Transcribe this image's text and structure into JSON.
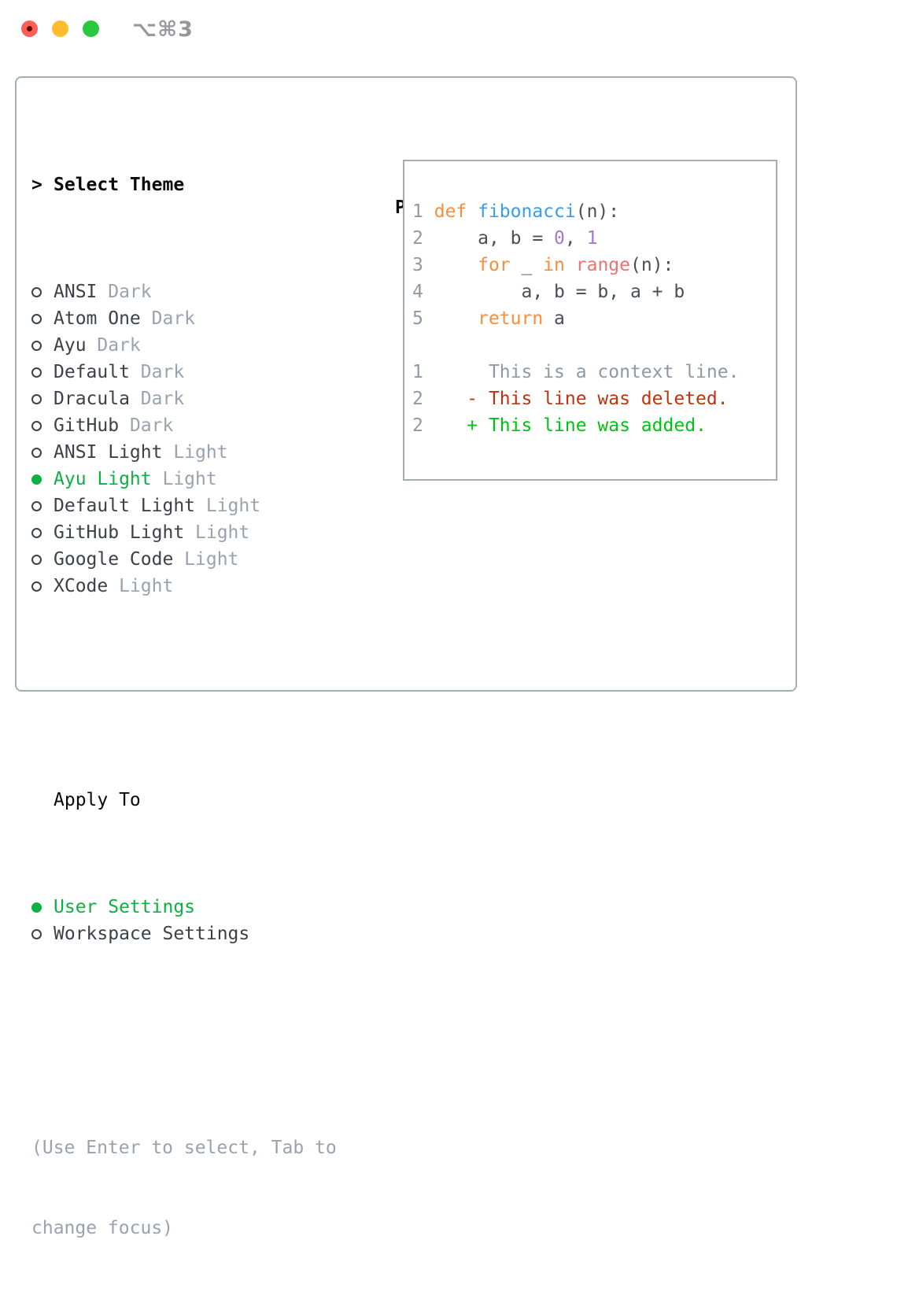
{
  "window": {
    "title": "⌥⌘3",
    "traffic_lights": [
      "close",
      "minimize",
      "zoom"
    ]
  },
  "theme_panel": {
    "header_prefix": ">",
    "header": "Select Theme",
    "items": [
      {
        "label": "ANSI",
        "variant": "Dark",
        "selected": false
      },
      {
        "label": "Atom One",
        "variant": "Dark",
        "selected": false
      },
      {
        "label": "Ayu",
        "variant": "Dark",
        "selected": false
      },
      {
        "label": "Default",
        "variant": "Dark",
        "selected": false
      },
      {
        "label": "Dracula",
        "variant": "Dark",
        "selected": false
      },
      {
        "label": "GitHub",
        "variant": "Dark",
        "selected": false
      },
      {
        "label": "ANSI Light",
        "variant": "Light",
        "selected": false
      },
      {
        "label": "Ayu Light",
        "variant": "Light",
        "selected": true
      },
      {
        "label": "Default Light",
        "variant": "Light",
        "selected": false
      },
      {
        "label": "GitHub Light",
        "variant": "Light",
        "selected": false
      },
      {
        "label": "Google Code",
        "variant": "Light",
        "selected": false
      },
      {
        "label": "XCode",
        "variant": "Light",
        "selected": false
      }
    ],
    "apply_to": {
      "header": "Apply To",
      "options": [
        {
          "label": "User Settings",
          "selected": true
        },
        {
          "label": "Workspace Settings",
          "selected": false
        }
      ]
    },
    "hint_line1": "(Use Enter to select, Tab to",
    "hint_line2": "change focus)"
  },
  "preview": {
    "header": "Preview",
    "lines": [
      {
        "num": "1",
        "tokens": [
          {
            "c": "plain",
            "t": " "
          },
          {
            "c": "keyword",
            "t": "def "
          },
          {
            "c": "func",
            "t": "fibonacci"
          },
          {
            "c": "plain",
            "t": "(n):"
          }
        ]
      },
      {
        "num": "2",
        "tokens": [
          {
            "c": "plain",
            "t": "     a, b = "
          },
          {
            "c": "num",
            "t": "0"
          },
          {
            "c": "plain",
            "t": ", "
          },
          {
            "c": "num",
            "t": "1"
          }
        ]
      },
      {
        "num": "3",
        "tokens": [
          {
            "c": "plain",
            "t": "     "
          },
          {
            "c": "keyword",
            "t": "for"
          },
          {
            "c": "plain",
            "t": " _ "
          },
          {
            "c": "keyword",
            "t": "in"
          },
          {
            "c": "plain",
            "t": " "
          },
          {
            "c": "builtin",
            "t": "range"
          },
          {
            "c": "plain",
            "t": "(n):"
          }
        ]
      },
      {
        "num": "4",
        "tokens": [
          {
            "c": "plain",
            "t": "         a, b = b, a + b"
          }
        ]
      },
      {
        "num": "5",
        "tokens": [
          {
            "c": "plain",
            "t": "     "
          },
          {
            "c": "keyword",
            "t": "return"
          },
          {
            "c": "plain",
            "t": " a"
          }
        ]
      },
      {
        "num": "",
        "tokens": []
      },
      {
        "num": "1",
        "tokens": [
          {
            "c": "context",
            "t": "      This is a context line."
          }
        ]
      },
      {
        "num": "2",
        "tokens": [
          {
            "c": "del",
            "t": "    - This line was deleted."
          }
        ]
      },
      {
        "num": "2",
        "tokens": [
          {
            "c": "add",
            "t": "    + This line was added."
          }
        ]
      }
    ]
  },
  "colors": {
    "accent_green": "#0db141",
    "added_green": "#00c216",
    "deleted_red": "#c3310c",
    "keyword_orange": "#fa8d3e",
    "function_blue": "#399ee6",
    "number_purple": "#a37acc",
    "builtin_coral": "#f07171",
    "border_gray": "#a4acb6",
    "muted_gray": "#99a3ad",
    "tl_red": "#ff5f57",
    "tl_yellow": "#febc2e",
    "tl_green": "#28c840"
  }
}
